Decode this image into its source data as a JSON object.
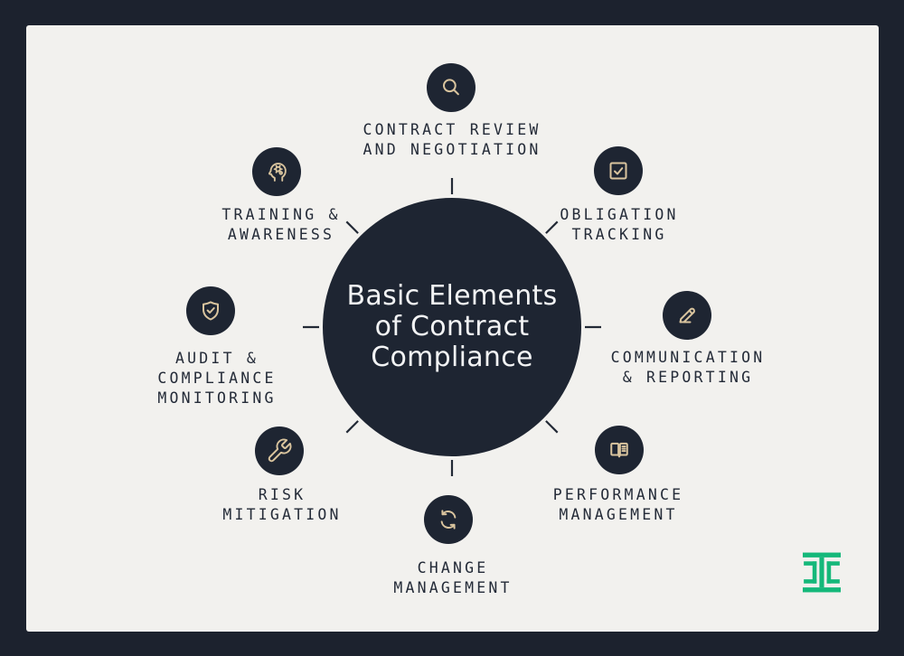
{
  "center": {
    "title": "Basic Elements\nof Contract\nCompliance"
  },
  "nodes": [
    {
      "id": "contract-review",
      "icon": "magnifier-icon",
      "label": "CONTRACT REVIEW\nAND NEGOTIATION"
    },
    {
      "id": "obligation-tracking",
      "icon": "checkbox-icon",
      "label": "OBLIGATION\nTRACKING"
    },
    {
      "id": "communication-reporting",
      "icon": "pencil-icon",
      "label": "COMMUNICATION\n& REPORTING"
    },
    {
      "id": "performance-management",
      "icon": "open-book-icon",
      "label": "PERFORMANCE\nMANAGEMENT"
    },
    {
      "id": "change-management",
      "icon": "sync-arrows-icon",
      "label": "CHANGE\nMANAGEMENT"
    },
    {
      "id": "risk-mitigation",
      "icon": "wrench-icon",
      "label": "RISK\nMITIGATION"
    },
    {
      "id": "audit-compliance",
      "icon": "shield-check-icon",
      "label": "AUDIT &\nCOMPLIANCE\nMONITORING"
    },
    {
      "id": "training-awareness",
      "icon": "head-gear-icon",
      "label": "TRAINING &\nAWARENESS"
    }
  ],
  "colors": {
    "frame": "#1c222e",
    "canvas": "#f2f1ee",
    "circle": "#1e2532",
    "icon_stroke": "#d9c49e",
    "label_text": "#242b38",
    "title_text": "#f2f3f4",
    "logo_green": "#15b87a"
  },
  "logo": {
    "name": "legal-templates-logo-mark"
  }
}
